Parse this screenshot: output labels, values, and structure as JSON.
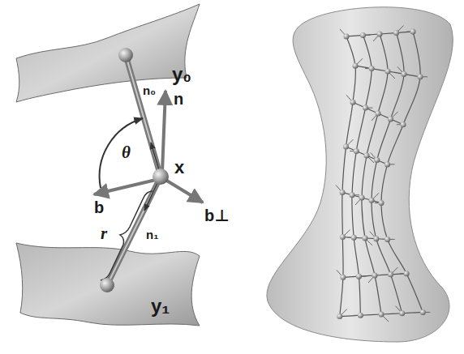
{
  "diagram": {
    "labels": [
      "y₀",
      "n₀",
      "n",
      "θ",
      "x",
      "b",
      "b⊥",
      "r",
      "n₁",
      "y₁"
    ]
  }
}
